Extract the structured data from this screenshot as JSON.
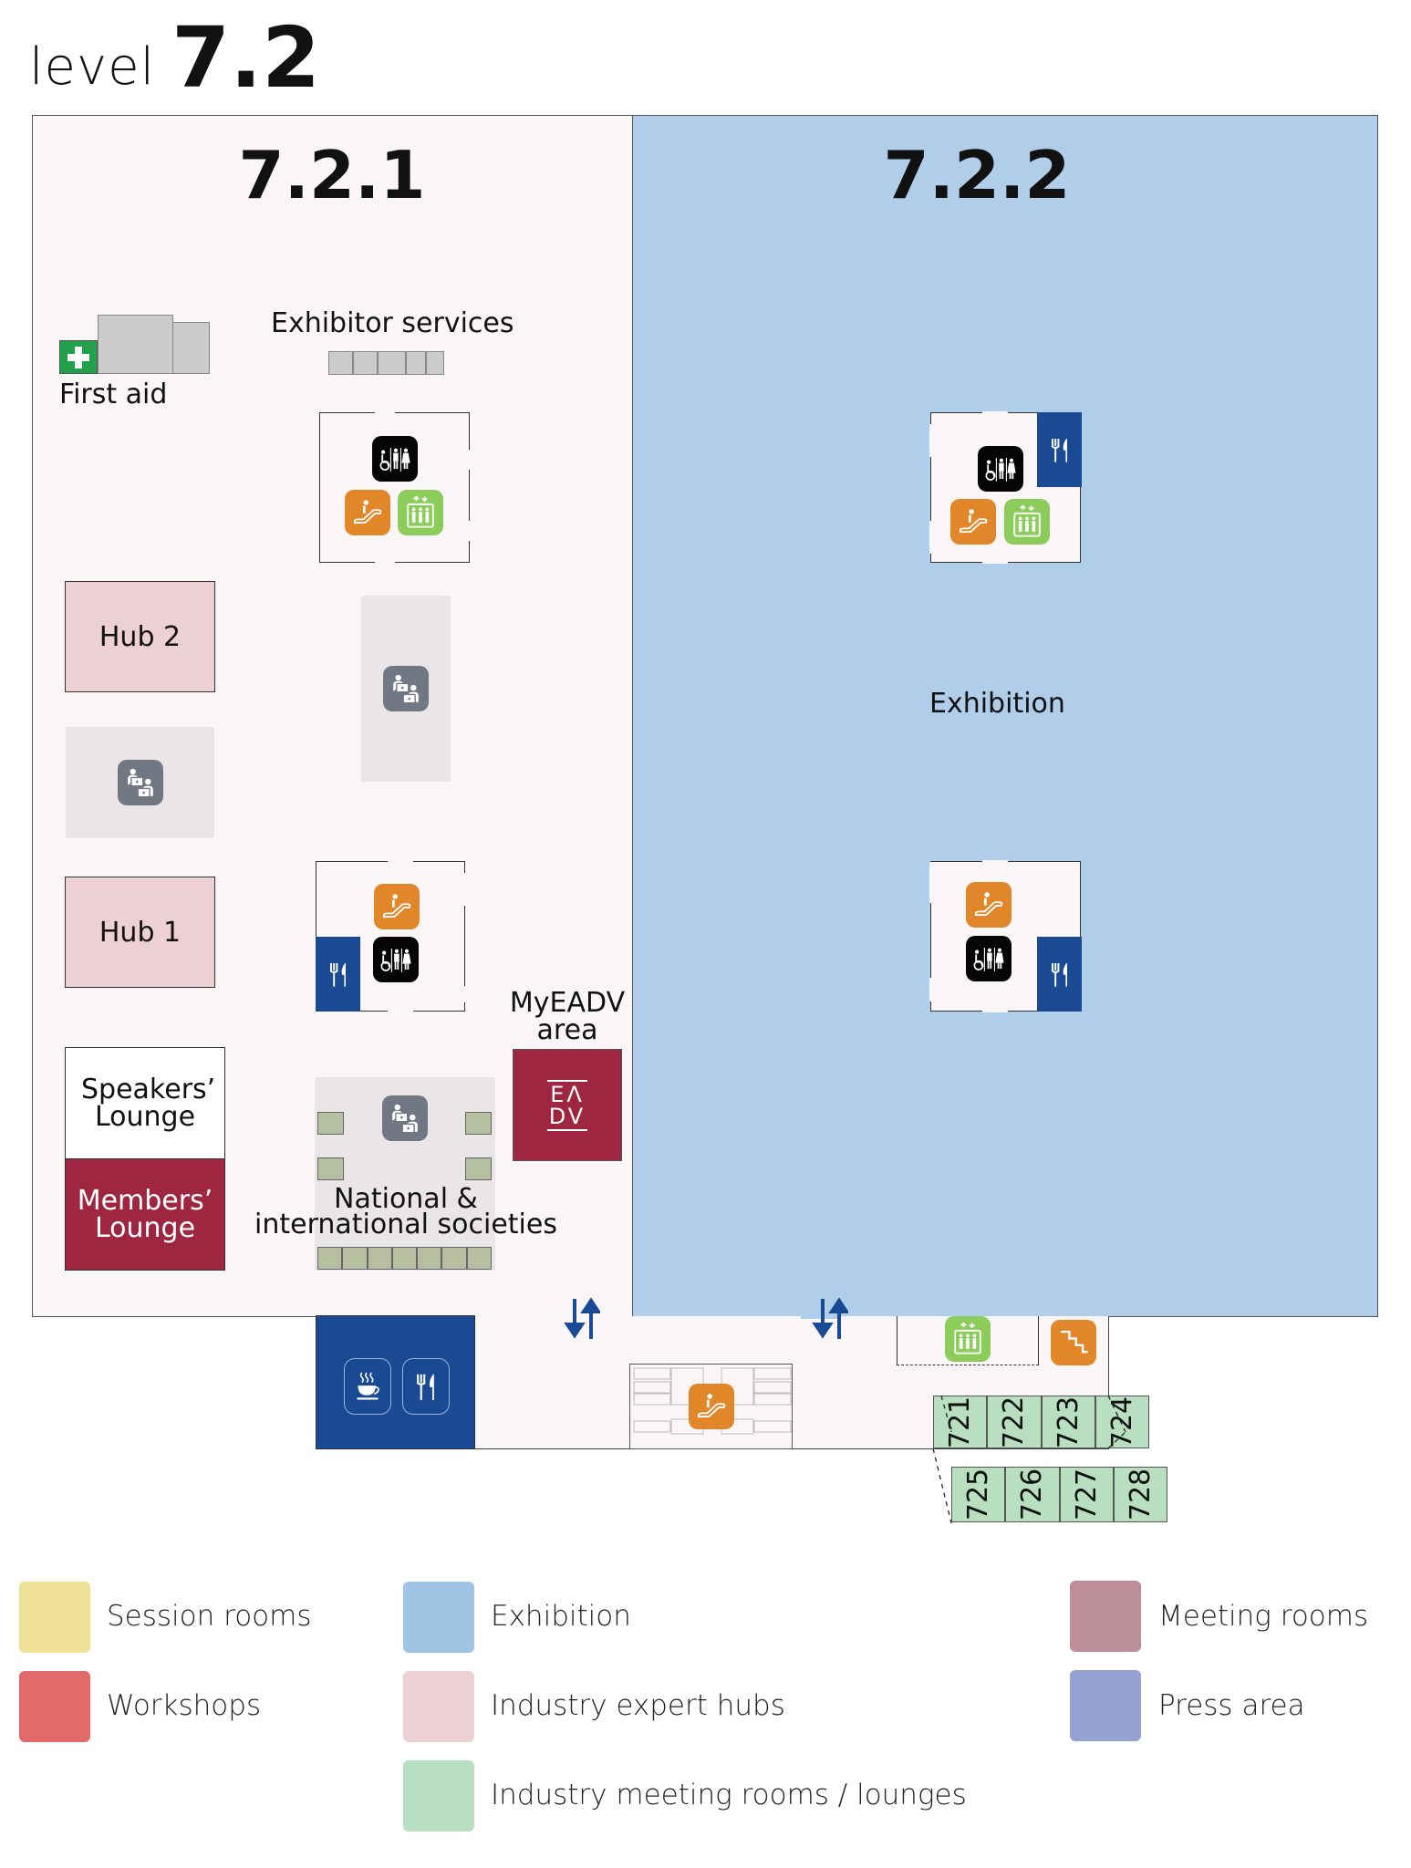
{
  "header": {
    "level_word": "level",
    "level_number": "7.2"
  },
  "halls": [
    {
      "id": "7.2.1",
      "label": "7.2.1",
      "color": "#faf6f7"
    },
    {
      "id": "7.2.2",
      "label": "7.2.2",
      "color": "#b0cde9",
      "area_label": "Exhibition"
    }
  ],
  "areas": {
    "first_aid": "First aid",
    "exhibitor_services": "Exhibitor services",
    "hub2": "Hub 2",
    "hub1": "Hub 1",
    "speakers_lounge": "Speakers’ Lounge",
    "members_lounge": "Members’ Lounge",
    "myeadv_area": "MyEADV area",
    "myeadv_logo_top": "EΛ",
    "myeadv_logo_bottom": "DV",
    "national_societies_line1": "National &",
    "national_societies_line2": "international societies"
  },
  "meeting_rooms": {
    "upper": [
      "721",
      "722",
      "723",
      "724"
    ],
    "lower": [
      "725",
      "726",
      "727",
      "728"
    ]
  },
  "icons": {
    "toilets": "toilets-icon",
    "escalator": "escalator-icon",
    "elevator": "elevator-icon",
    "restaurant": "restaurant-icon",
    "cafe": "cafe-icon",
    "stairs": "stairs-icon",
    "info_desk": "info-desk-icon",
    "first_aid": "first-aid-icon",
    "entrance_arrows": "two-way-arrow-icon"
  },
  "colors": {
    "exhibition_hall": "#b0cde9",
    "food_blue": "#1a4a94",
    "maroon": "#9e2640",
    "escalator_orange": "#e2862a",
    "elevator_green": "#8ccc5b",
    "first_aid_green": "#22a04b",
    "hub_pink": "#ecd0d3",
    "meeting_room_green": "#b8e0c0"
  },
  "legend": [
    {
      "label": "Session rooms",
      "color": "#efe095"
    },
    {
      "label": "Workshops",
      "color": "#e26a6a"
    },
    {
      "label": "Exhibition",
      "color": "#a2c4e4"
    },
    {
      "label": "Industry expert hubs",
      "color": "#ecd0d3"
    },
    {
      "label": "Industry meeting rooms / lounges",
      "color": "#b8e0c0"
    },
    {
      "label": "Meeting rooms",
      "color": "#bc8f98"
    },
    {
      "label": "Press area",
      "color": "#94a3d3"
    }
  ]
}
